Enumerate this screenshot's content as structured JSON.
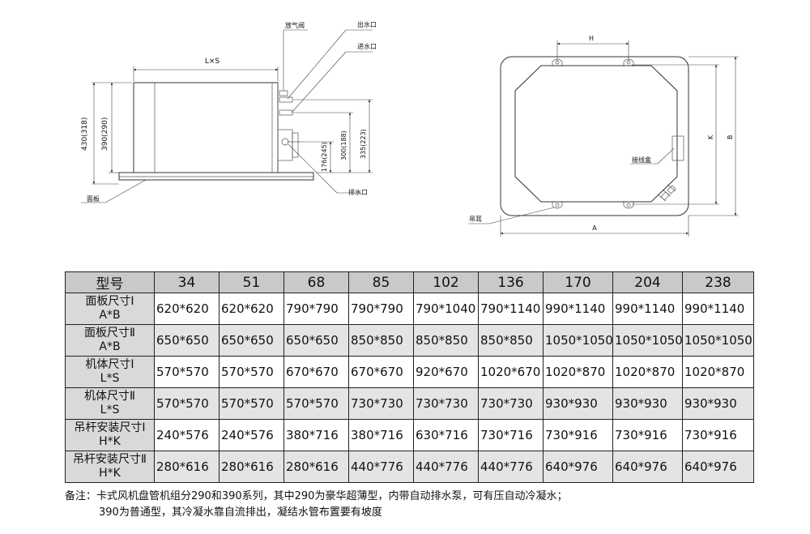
{
  "drawing": {
    "side_view": {
      "label_bleed_valve": "放气阀",
      "label_water_out": "出水口",
      "label_water_in": "进水口",
      "label_drain": "排水口",
      "label_panel": "面板",
      "dim_length": "L×S",
      "dim_height_total": "430(318)",
      "dim_height_body": "390(290)",
      "dim_drain_height": "176(245)",
      "dim_300": "300(188)",
      "dim_335": "335(223)"
    },
    "top_view": {
      "dim_h": "H",
      "dim_k": "K",
      "dim_b": "B",
      "dim_a": "A",
      "label_junction_box": "接线盒",
      "label_hanger": "吊耳"
    }
  },
  "table": {
    "header_label": "型号",
    "models": [
      "34",
      "51",
      "68",
      "85",
      "102",
      "136",
      "170",
      "204",
      "238"
    ],
    "rows": [
      {
        "name_line1": "面板尺寸Ⅰ",
        "name_line2": "A*B",
        "values": [
          "620*620",
          "620*620",
          "790*790",
          "790*790",
          "790*1040",
          "790*1140",
          "990*1140",
          "990*1140",
          "990*1140"
        ]
      },
      {
        "name_line1": "面板尺寸Ⅱ",
        "name_line2": "A*B",
        "values": [
          "650*650",
          "650*650",
          "650*650",
          "850*850",
          "850*850",
          "850*850",
          "1050*1050",
          "1050*1050",
          "1050*1050"
        ]
      },
      {
        "name_line1": "机体尺寸Ⅰ",
        "name_line2": "L*S",
        "values": [
          "570*570",
          "570*570",
          "670*670",
          "670*670",
          "920*670",
          "1020*670",
          "1020*870",
          "1020*870",
          "1020*870"
        ]
      },
      {
        "name_line1": "机体尺寸Ⅱ",
        "name_line2": "L*S",
        "values": [
          "570*570",
          "570*570",
          "570*570",
          "730*730",
          "730*730",
          "730*730",
          "930*930",
          "930*930",
          "930*930"
        ]
      },
      {
        "name_line1": "吊杆安装尺寸Ⅰ",
        "name_line2": "H*K",
        "values": [
          "240*576",
          "240*576",
          "380*716",
          "380*716",
          "630*716",
          "730*716",
          "730*916",
          "730*916",
          "730*916"
        ]
      },
      {
        "name_line1": "吊杆安装尺寸Ⅱ",
        "name_line2": "H*K",
        "values": [
          "280*616",
          "280*616",
          "280*616",
          "440*776",
          "440*776",
          "440*776",
          "640*976",
          "640*976",
          "640*976"
        ]
      }
    ]
  },
  "notes": {
    "line1": "备注：卡式风机盘管机组分290和390系列，其中290为豪华超薄型，内带自动排水泵，可有压自动冷凝水；",
    "line2": "390为普通型，其冷凝水靠自流排出，凝结水管布置要有坡度"
  }
}
